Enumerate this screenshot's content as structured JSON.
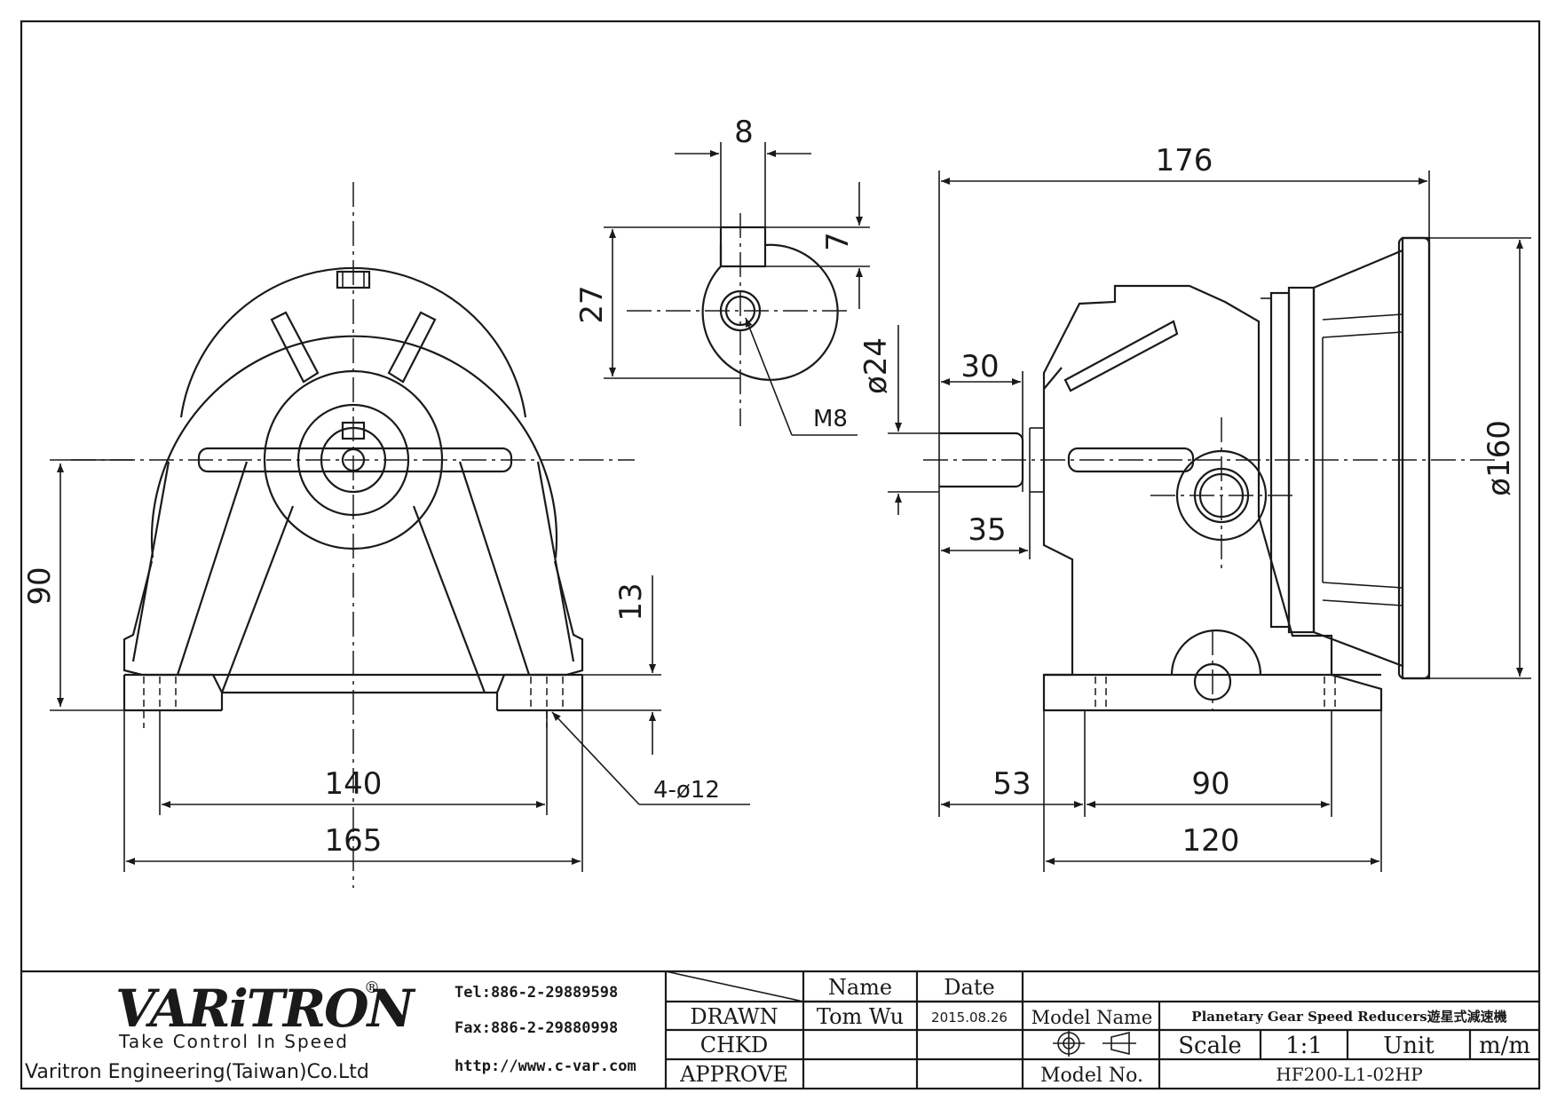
{
  "dimensions": {
    "front": {
      "height_90": "90",
      "foot_13": "13",
      "bolt_140": "140",
      "width_165": "165",
      "holes": "4-ø12"
    },
    "shaft_section": {
      "key_8": "8",
      "key_7": "7",
      "height_27": "27",
      "thread": "M8"
    },
    "side": {
      "length_176": "176",
      "shaft_dia": "ø24",
      "shaft_30": "30",
      "shaft_35": "35",
      "flange_dia": "ø160",
      "offset_53": "53",
      "bolt_90": "90",
      "base_120": "120"
    }
  },
  "title_block": {
    "brand": "VARiTRON",
    "registered": "®",
    "slogan": "Take Control In Speed",
    "company": "Varitron Engineering(Taiwan)Co.Ltd",
    "tel": "Tel:886-2-29889598",
    "fax": "Fax:886-2-29880998",
    "web": "http://www.c-var.com",
    "col_name": "Name",
    "col_date": "Date",
    "drawn_label": "DRAWN",
    "drawn_name": "Tom Wu",
    "drawn_date": "2015.08.26",
    "chkd_label": "CHKD",
    "approve_label": "APPROVE",
    "model_name_label": "Model Name",
    "model_name_value": "Planetary Gear Speed Reducers遊星式減速機",
    "scale_label": "Scale",
    "scale_value": "1:1",
    "unit_label": "Unit",
    "unit_value": "m/m",
    "model_no_label": "Model No.",
    "model_no_value": "HF200-L1-02HP"
  }
}
